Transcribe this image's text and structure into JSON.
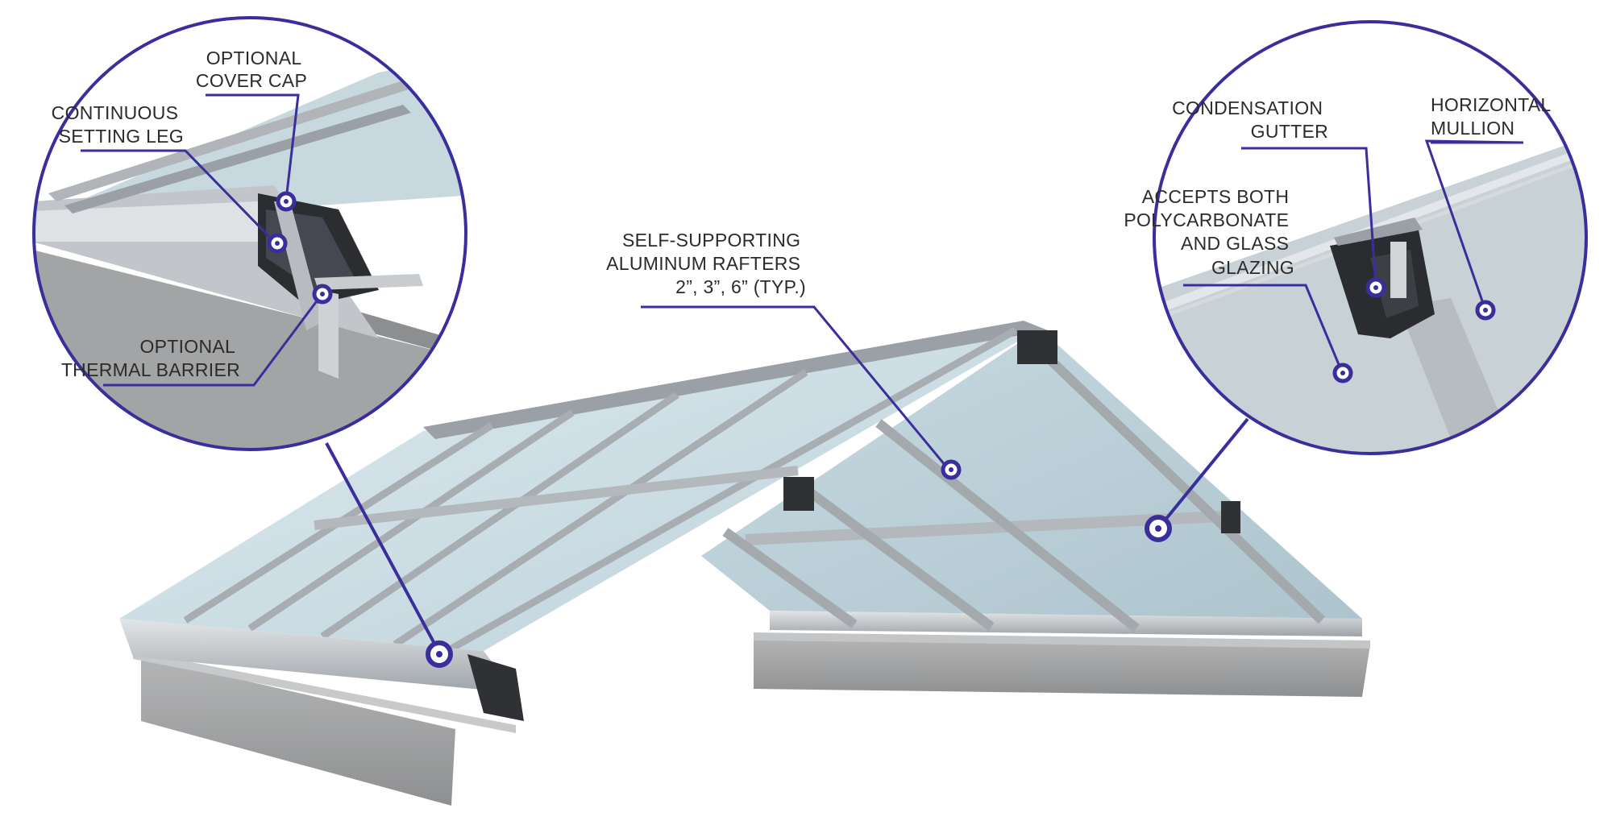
{
  "colors": {
    "callout": "#3a2e9c",
    "text": "#2b2b2b",
    "aluminum": "#b9bec3",
    "glass": "#c9dbe2",
    "concrete": "#a6a7a8",
    "profile_dark": "#2a2c2f"
  },
  "labels": {
    "cover_cap": [
      "OPTIONAL",
      "COVER CAP"
    ],
    "setting_leg": [
      "CONTINUOUS",
      "SETTING LEG"
    ],
    "thermal_barrier": [
      "OPTIONAL",
      "THERMAL BARRIER"
    ],
    "rafters": [
      "SELF-SUPPORTING",
      "ALUMINUM RAFTERS",
      "2”, 3”, 6” (TYP.)"
    ],
    "condensation_gutter": [
      "CONDENSATION",
      "GUTTER"
    ],
    "horizontal_mullion": [
      "HORIZONTAL",
      "MULLION"
    ],
    "glazing": [
      "ACCEPTS BOTH",
      "POLYCARBONATE",
      "AND GLASS",
      "GLAZING"
    ]
  }
}
